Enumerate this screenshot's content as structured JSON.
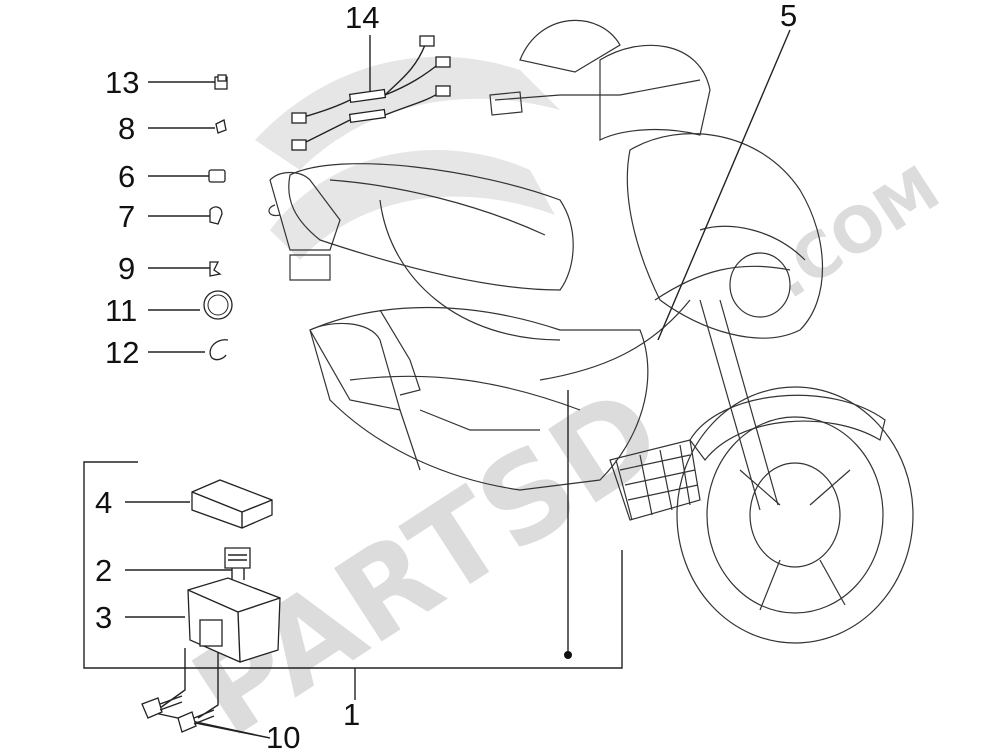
{
  "colors": {
    "line": "#222222",
    "watermark": "#dcdcdc",
    "background": "#ffffff"
  },
  "watermark": {
    "brand": "PARTSD",
    "suffix": ".COM"
  },
  "callouts": [
    {
      "id": "1",
      "label": "1"
    },
    {
      "id": "2",
      "label": "2"
    },
    {
      "id": "3",
      "label": "3"
    },
    {
      "id": "4",
      "label": "4"
    },
    {
      "id": "5",
      "label": "5"
    },
    {
      "id": "6",
      "label": "6"
    },
    {
      "id": "7",
      "label": "7"
    },
    {
      "id": "8",
      "label": "8"
    },
    {
      "id": "9",
      "label": "9"
    },
    {
      "id": "10",
      "label": "10"
    },
    {
      "id": "11",
      "label": "11"
    },
    {
      "id": "12",
      "label": "12"
    },
    {
      "id": "13",
      "label": "13"
    },
    {
      "id": "14",
      "label": "14"
    }
  ]
}
